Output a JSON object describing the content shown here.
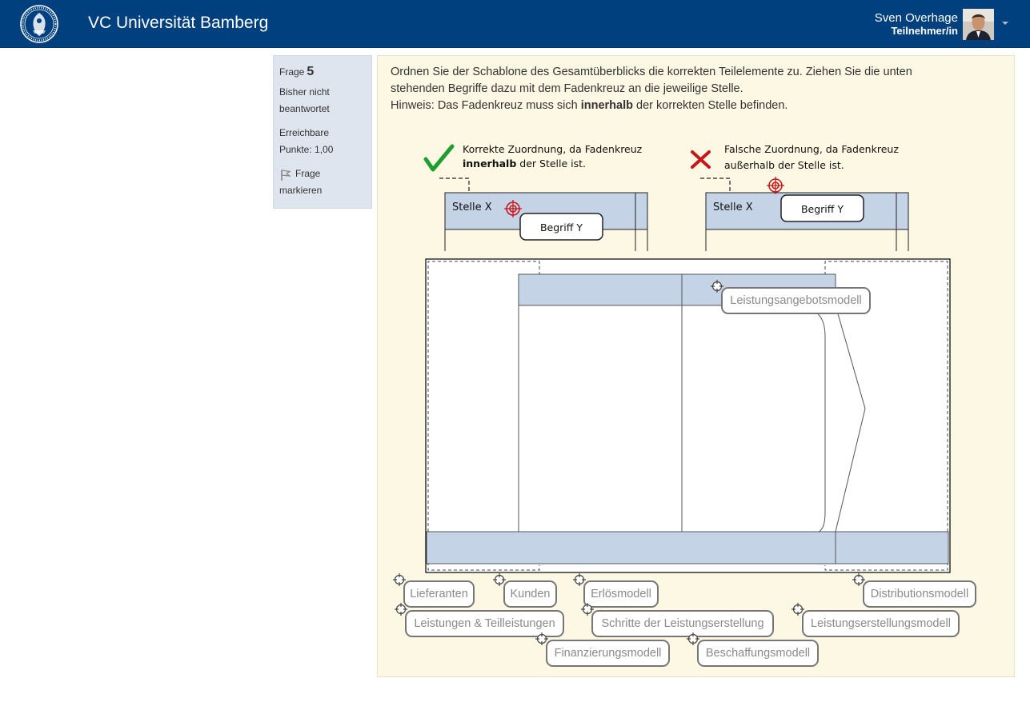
{
  "header": {
    "site_title": "VC Universität Bamberg",
    "user_name": "Sven Overhage",
    "user_role": "Teilnehmer/in",
    "logo_icon": "university-seal-icon",
    "caret_icon": "chevron-down-icon",
    "bar_color": "#00407f"
  },
  "question_info": {
    "label": "Frage",
    "number": "5",
    "state_line1": "Bisher nicht",
    "state_line2": "beantwortet",
    "points_line1": "Erreichbare",
    "points_line2": "Punkte: 1,00",
    "flag_line1": "Frage",
    "flag_line2": "markieren",
    "flag_icon": "flag-icon"
  },
  "question": {
    "line1": "Ordnen Sie der Schablone des Gesamtüberblicks die korrekten Teilelemente zu. Ziehen Sie die unten",
    "line2": "stehenden Begriffe dazu mit dem Fadenkreuz an die jeweilige Stelle.",
    "hint_pre": "Hinweis: Das Fadenkreuz muss sich ",
    "hint_bold": "innerhalb",
    "hint_post": " der korrekten Stelle befinden."
  },
  "example": {
    "correct_line1": "Korrekte Zuordnung, da Fadenkreuz",
    "correct_bold": "innerhalb",
    "correct_line2_rest": " der Stelle ist.",
    "wrong_line1": "Falsche Zuordnung, da Fadenkreuz",
    "wrong_line2": "außerhalb der Stelle ist.",
    "slot_label": "Stelle X",
    "term_label": "Begriff Y",
    "correct_icon": "checkmark-icon",
    "wrong_icon": "x-mark-icon",
    "target_icon": "crosshair-target-icon",
    "correct_color": "#1e9e2e",
    "wrong_color": "#c8161d"
  },
  "drag_items": [
    {
      "label": "Leistungsangebotsmodell"
    },
    {
      "label": "Lieferanten"
    },
    {
      "label": "Kunden"
    },
    {
      "label": "Erlösmodell"
    },
    {
      "label": "Distributionsmodell"
    },
    {
      "label": "Leistungen & Teilleistungen"
    },
    {
      "label": "Schritte der Leistungserstellung"
    },
    {
      "label": "Leistungserstellungsmodell"
    },
    {
      "label": "Finanzierungsmodell"
    },
    {
      "label": "Beschaffungsmodell"
    }
  ],
  "colors": {
    "slot_fill": "#c5d3e6",
    "content_bg": "#fcf8e3",
    "info_bg": "#dee5ee"
  }
}
